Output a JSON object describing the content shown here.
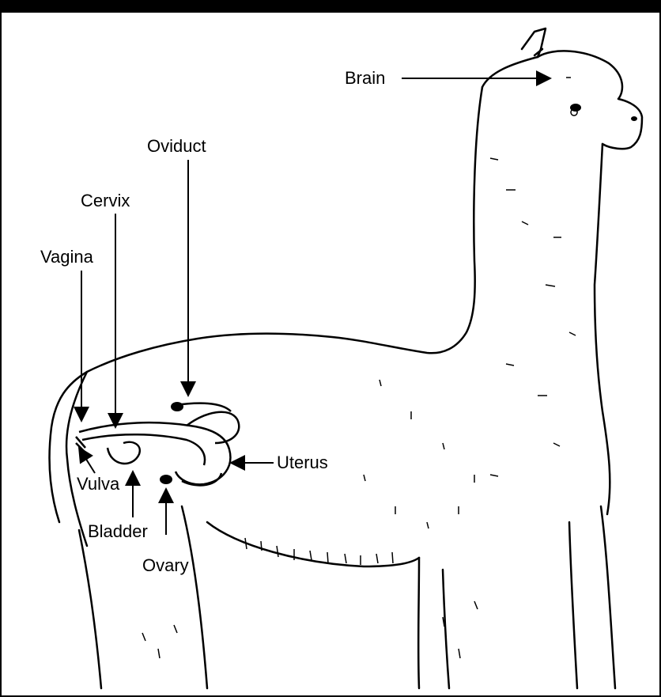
{
  "diagram": {
    "labels": {
      "brain": "Brain",
      "oviduct": "Oviduct",
      "cervix": "Cervix",
      "vagina": "Vagina",
      "uterus": "Uterus",
      "vulva": "Vulva",
      "bladder": "Bladder",
      "ovary": "Ovary"
    },
    "colors": {
      "line": "#000000",
      "background": "#ffffff",
      "bar": "#000000"
    }
  }
}
